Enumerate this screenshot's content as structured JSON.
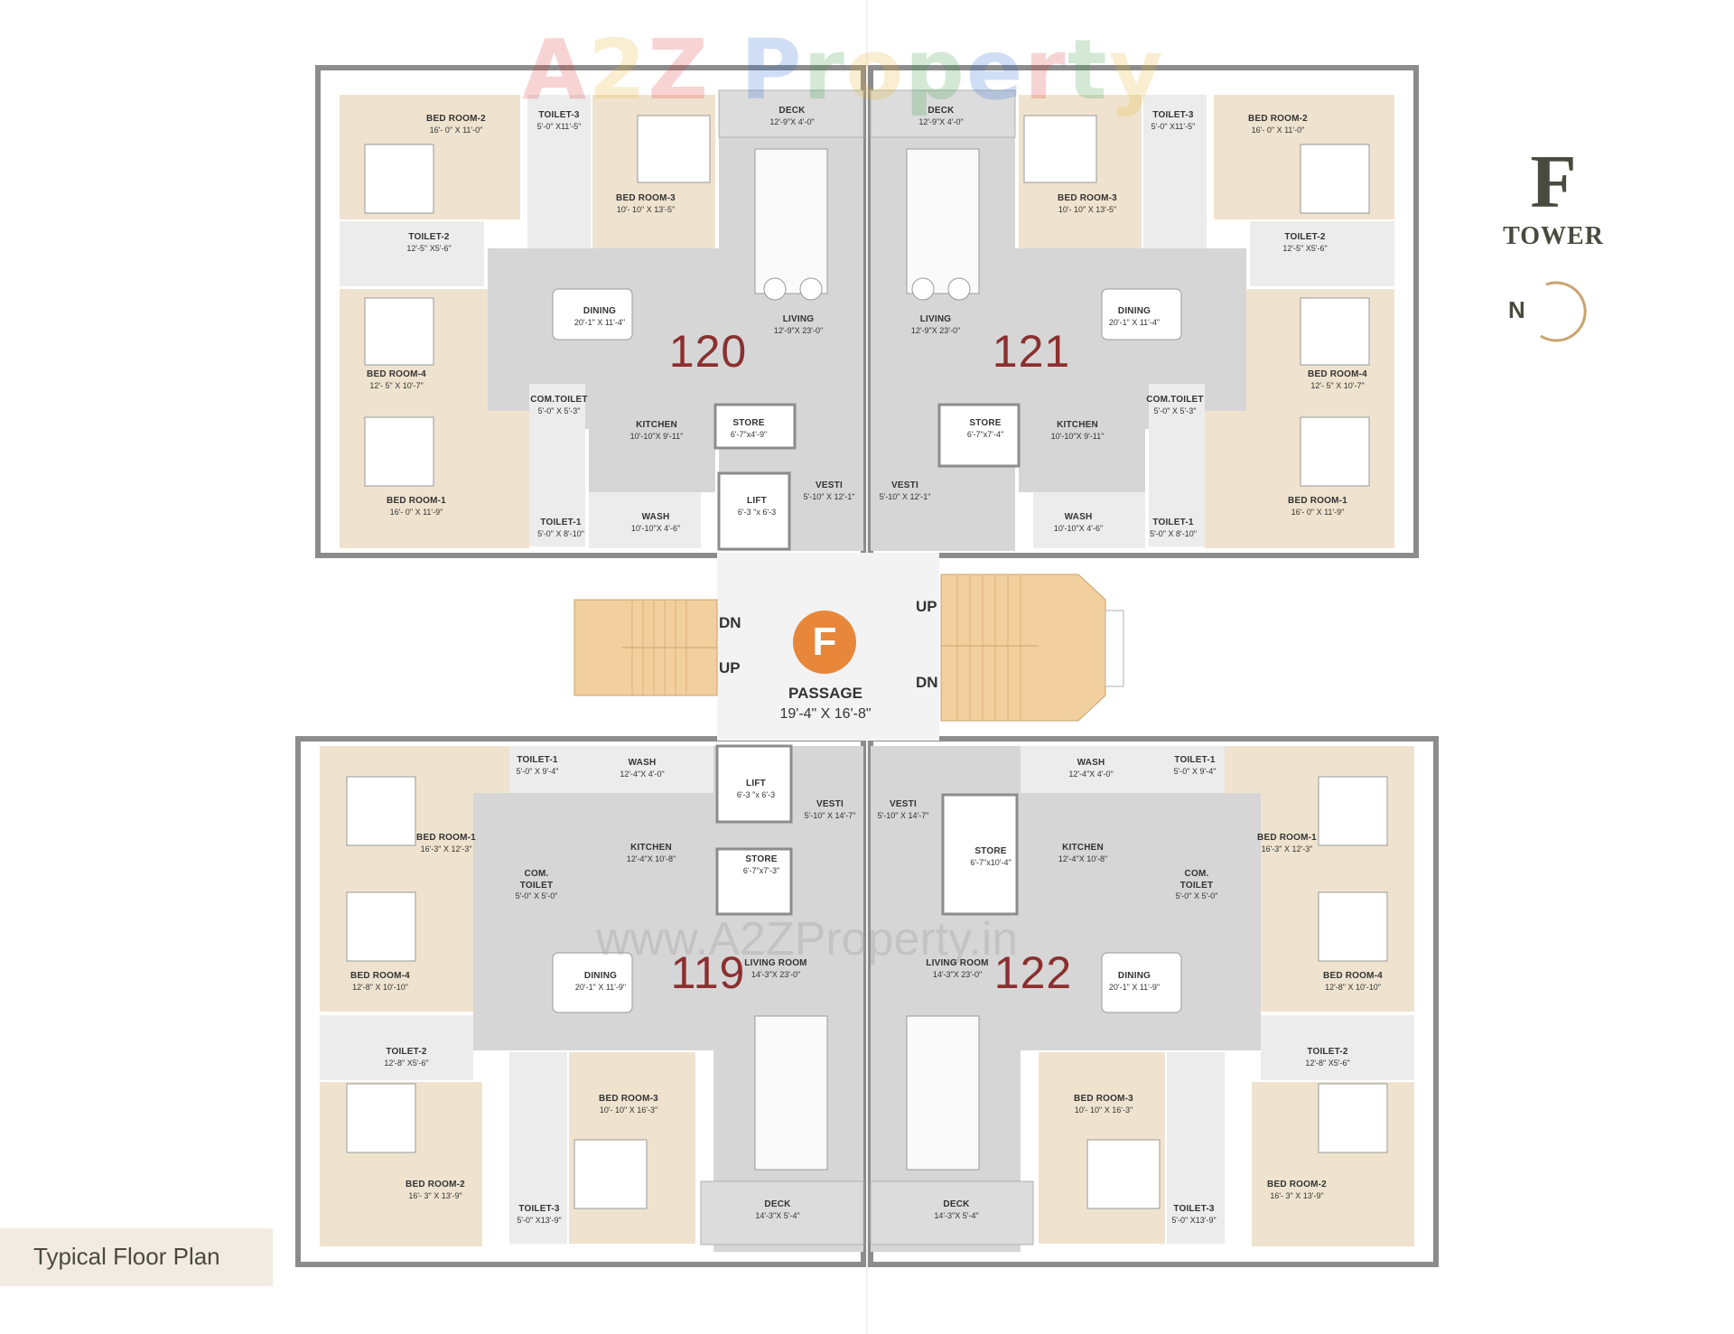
{
  "watermark": {
    "brand": "A2Z Property",
    "url": "www.A2ZProperty.in"
  },
  "tower": {
    "letter": "F",
    "word": "TOWER"
  },
  "north": {
    "letter": "N"
  },
  "caption": "Typical Floor Plan",
  "core": {
    "badge": "F",
    "passage_name": "PASSAGE",
    "passage_dim": "19'-4\" X 16'-8\"",
    "left_stair_top": "DN",
    "left_stair_bottom": "UP",
    "right_stair_top": "UP",
    "right_stair_bottom": "DN"
  },
  "units": {
    "u120": {
      "number": "120",
      "rooms": {
        "bed2": {
          "name": "BED ROOM-2",
          "dim": "16'- 0\" X 11'-0\""
        },
        "toilet3": {
          "name": "TOILET-3",
          "dim": "5'-0\" X11'-5\""
        },
        "bed3": {
          "name": "BED ROOM-3",
          "dim": "10'- 10\" X 13'-5\""
        },
        "deck": {
          "name": "DECK",
          "dim": "12'-9\"X 4'-0\""
        },
        "toilet2": {
          "name": "TOILET-2",
          "dim": "12'-5\" X5'-6\""
        },
        "dining": {
          "name": "DINING",
          "dim": "20'-1\" X 11'-4\""
        },
        "living": {
          "name": "LIVING",
          "dim": "12'-9\"X 23'-0\""
        },
        "bed4": {
          "name": "BED ROOM-4",
          "dim": "12'- 5\" X 10'-7\""
        },
        "comtoilet": {
          "name": "COM.TOILET",
          "dim": "5'-0\" X 5'-3\""
        },
        "kitchen": {
          "name": "KITCHEN",
          "dim": "10'-10\"X 9'-11\""
        },
        "store": {
          "name": "STORE",
          "dim": "6'-7\"x4'-9\""
        },
        "bed1": {
          "name": "BED ROOM-1",
          "dim": "16'- 0\" X 11'-9\""
        },
        "toilet1": {
          "name": "TOILET-1",
          "dim": "5'-0\" X 8'-10\""
        },
        "wash": {
          "name": "WASH",
          "dim": "10'-10\"X 4'-6\""
        },
        "lift": {
          "name": "LIFT",
          "dim": "6'-3 \"x 6'-3"
        },
        "vesti": {
          "name": "VESTI",
          "dim": "5'-10\" X 12'-1\""
        }
      }
    },
    "u121": {
      "number": "121",
      "rooms": {
        "deck": {
          "name": "DECK",
          "dim": "12'-9\"X 4'-0\""
        },
        "toilet3": {
          "name": "TOILET-3",
          "dim": "5'-0\" X11'-5\""
        },
        "bed2": {
          "name": "BED ROOM-2",
          "dim": "16'- 0\" X 11'-0\""
        },
        "bed3": {
          "name": "BED ROOM-3",
          "dim": "10'- 10\" X 13'-5\""
        },
        "toilet2": {
          "name": "TOILET-2",
          "dim": "12'-5\" X5'-6\""
        },
        "living": {
          "name": "LIVING",
          "dim": "12'-9\"X 23'-0\""
        },
        "dining": {
          "name": "DINING",
          "dim": "20'-1\" X 11'-4\""
        },
        "bed4": {
          "name": "BED ROOM-4",
          "dim": "12'- 5\" X 10'-7\""
        },
        "comtoilet": {
          "name": "COM.TOILET",
          "dim": "5'-0\" X 5'-3\""
        },
        "store": {
          "name": "STORE",
          "dim": "6'-7\"x7'-4\""
        },
        "kitchen": {
          "name": "KITCHEN",
          "dim": "10'-10\"X 9'-11\""
        },
        "vesti": {
          "name": "VESTI",
          "dim": "5'-10\" X 12'-1\""
        },
        "wash": {
          "name": "WASH",
          "dim": "10'-10\"X 4'-6\""
        },
        "toilet1": {
          "name": "TOILET-1",
          "dim": "5'-0\" X 8'-10\""
        },
        "bed1": {
          "name": "BED ROOM-1",
          "dim": "16'- 0\" X 11'-9\""
        }
      }
    },
    "u119": {
      "number": "119",
      "rooms": {
        "toilet1": {
          "name": "TOILET-1",
          "dim": "5'-0\" X 9'-4\""
        },
        "wash": {
          "name": "WASH",
          "dim": "12'-4\"X 4'-0\""
        },
        "lift": {
          "name": "LIFT",
          "dim": "6'-3 \"x 6'-3"
        },
        "vesti": {
          "name": "VESTI",
          "dim": "5'-10\" X 14'-7\""
        },
        "bed1": {
          "name": "BED ROOM-1",
          "dim": "16'-3\" X 12'-3\""
        },
        "kitchen": {
          "name": "KITCHEN",
          "dim": "12'-4\"X 10'-8\""
        },
        "store": {
          "name": "STORE",
          "dim": "6'-7\"x7'-3\""
        },
        "comtoilet_name": "COM.",
        "comtoilet_name2": "TOILET",
        "comtoilet_dim": "5'-0\" X 5'-0\"",
        "bed4": {
          "name": "BED ROOM-4",
          "dim": "12'-8\" X 10'-10\""
        },
        "dining": {
          "name": "DINING",
          "dim": "20'-1\" X 11'-9\""
        },
        "living": {
          "name": "LIVING ROOM",
          "dim": "14'-3\"X 23'-0\""
        },
        "toilet2": {
          "name": "TOILET-2",
          "dim": "12'-8\" X5'-6\""
        },
        "bed3": {
          "name": "BED ROOM-3",
          "dim": "10'- 10\" X 16'-3\""
        },
        "bed2": {
          "name": "BED ROOM-2",
          "dim": "16'- 3\" X 13'-9\""
        },
        "toilet3": {
          "name": "TOILET-3",
          "dim": "5'-0\" X13'-9\""
        },
        "deck": {
          "name": "DECK",
          "dim": "14'-3\"X 5'-4\""
        }
      }
    },
    "u122": {
      "number": "122",
      "rooms": {
        "vesti": {
          "name": "VESTI",
          "dim": "5'-10\" X 14'-7\""
        },
        "wash": {
          "name": "WASH",
          "dim": "12'-4\"X 4'-0\""
        },
        "toilet1": {
          "name": "TOILET-1",
          "dim": "5'-0\" X 9'-4\""
        },
        "store": {
          "name": "STORE",
          "dim": "6'-7\"x10'-4\""
        },
        "kitchen": {
          "name": "KITCHEN",
          "dim": "12'-4\"X 10'-8\""
        },
        "bed1": {
          "name": "BED ROOM-1",
          "dim": "16'-3\" X 12'-3\""
        },
        "comtoilet_name": "COM.",
        "comtoilet_name2": "TOILET",
        "comtoilet_dim": "5'-0\" X 5'-0\"",
        "living": {
          "name": "LIVING ROOM",
          "dim": "14'-3\"X 23'-0\""
        },
        "dining": {
          "name": "DINING",
          "dim": "20'-1\" X 11'-9\""
        },
        "bed4": {
          "name": "BED ROOM-4",
          "dim": "12'-8\" X 10'-10\""
        },
        "toilet2": {
          "name": "TOILET-2",
          "dim": "12'-8\" X5'-6\""
        },
        "bed3": {
          "name": "BED ROOM-3",
          "dim": "10'- 10\" X 16'-3\""
        },
        "bed2": {
          "name": "BED ROOM-2",
          "dim": "16'- 3\" X 13'-9\""
        },
        "toilet3": {
          "name": "TOILET-3",
          "dim": "5'-0\" X13'-9\""
        },
        "deck": {
          "name": "DECK",
          "dim": "14'-3\"X 5'-4\""
        }
      }
    }
  },
  "colors": {
    "bedroom": "#efe3cf",
    "common": "#d6d6d6",
    "wet": "#ececec",
    "wall": "#8c8c8c",
    "stair": "#f2cf9e",
    "passage": "#f3f3f3",
    "unit_number": "#8b2f2f",
    "badge": "#e8873a"
  }
}
